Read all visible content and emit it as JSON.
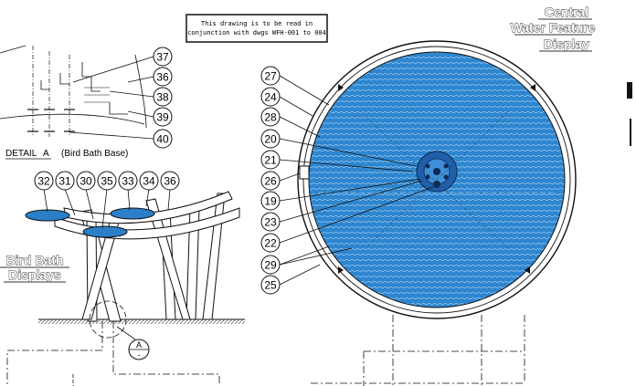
{
  "note": {
    "line1": "This drawing is to be read in",
    "line2": "conjunction with dwgs WFH-001 to 004"
  },
  "central": {
    "title_line1": "Central",
    "title_line2": "Water Feature",
    "title_line3": "Display"
  },
  "bird": {
    "title_line1": "Bird Bath",
    "title_line2": "Displays"
  },
  "detail": {
    "prefix": "DETAIL",
    "letter": "A",
    "caption": "(Bird Bath Base)",
    "section_letter": "A",
    "section_sub": "-"
  },
  "callouts_detail": [
    "37",
    "36",
    "38",
    "39",
    "40"
  ],
  "callouts_birdbath": [
    "32",
    "31",
    "30",
    "35",
    "33",
    "34",
    "36"
  ],
  "callouts_central": [
    "27",
    "24",
    "28",
    "20",
    "21",
    "26",
    "19",
    "23",
    "22",
    "29",
    "25"
  ],
  "colors": {
    "water": "#2b7fc8",
    "water_light": "#7fb8e8",
    "line": "#222222"
  }
}
